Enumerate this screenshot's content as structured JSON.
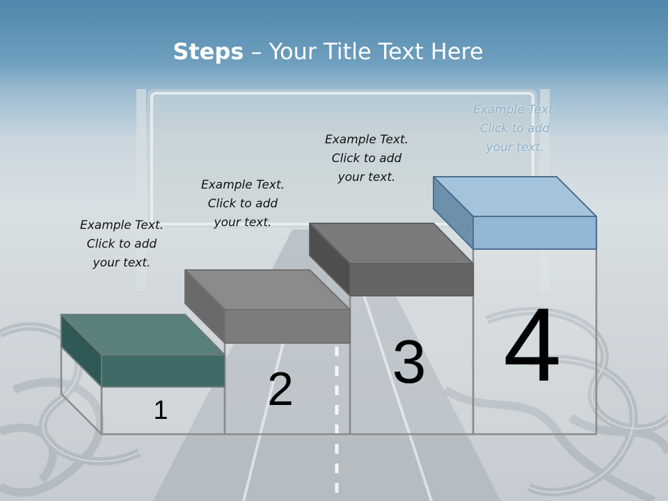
{
  "title": {
    "bold": "Steps",
    "rest": " – Your Title Text Here"
  },
  "steps": [
    {
      "number": "1",
      "caption": [
        "Example Text.",
        "Click  to add",
        "your text."
      ],
      "color": "#3f6e6b"
    },
    {
      "number": "2",
      "caption": [
        "Example Text.",
        "Click  to add",
        "your text."
      ],
      "color": "#7f7f7f"
    },
    {
      "number": "3",
      "caption": [
        "Example Text.",
        "Click  to add",
        "your text."
      ],
      "color": "#6b6b6b"
    },
    {
      "number": "4",
      "caption": [
        "Example Text.",
        "Click  to add",
        "your text."
      ],
      "color": "#8fb4d2"
    }
  ]
}
